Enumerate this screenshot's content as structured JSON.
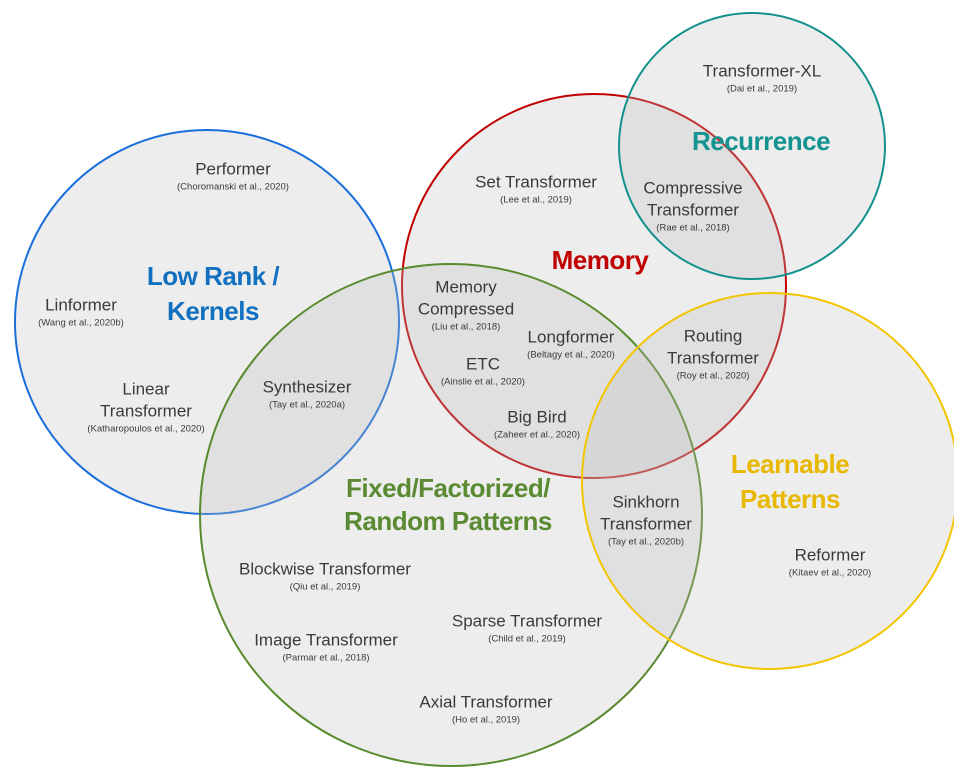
{
  "sets": [
    {
      "id": "low-rank",
      "lines": [
        "Low Rank /",
        "Kernels"
      ],
      "stroke": "#1a6fdc",
      "label_color": "#1170c0"
    },
    {
      "id": "memory",
      "lines": [
        "Memory"
      ],
      "stroke": "#c00000",
      "label_color": "#c00000"
    },
    {
      "id": "recurrence",
      "lines": [
        "Recurrence"
      ],
      "stroke": "#13918c",
      "label_color": "#149490"
    },
    {
      "id": "fixed",
      "lines": [
        "Fixed/Factorized/",
        "Random Patterns"
      ],
      "stroke": "#5a8a2e",
      "label_color": "#5a8a32"
    },
    {
      "id": "learnable",
      "lines": [
        "Learnable",
        "Patterns"
      ],
      "stroke": "#f2c500",
      "label_color": "#e8b800"
    }
  ],
  "models": [
    {
      "lines": [
        "Performer"
      ],
      "citation": "(Choromanski et al., 2020)"
    },
    {
      "lines": [
        "Linformer"
      ],
      "citation": "(Wang et al., 2020b)"
    },
    {
      "lines": [
        "Linear",
        "Transformer"
      ],
      "citation": "(Katharopoulos et al., 2020)"
    },
    {
      "lines": [
        "Synthesizer"
      ],
      "citation": "(Tay et al., 2020a)"
    },
    {
      "lines": [
        "Transformer-XL"
      ],
      "citation": "(Dai et al., 2019)"
    },
    {
      "lines": [
        "Set Transformer"
      ],
      "citation": "(Lee et al., 2019)"
    },
    {
      "lines": [
        "Compressive",
        "Transformer"
      ],
      "citation": "(Rae et al., 2018)"
    },
    {
      "lines": [
        "Memory",
        "Compressed"
      ],
      "citation": "(Liu et al., 2018)"
    },
    {
      "lines": [
        "Longformer"
      ],
      "citation": "(Beltagy et al., 2020)"
    },
    {
      "lines": [
        "ETC"
      ],
      "citation": "(Ainslie et al., 2020)"
    },
    {
      "lines": [
        "Big Bird"
      ],
      "citation": "(Zaheer et al., 2020)"
    },
    {
      "lines": [
        "Routing",
        "Transformer"
      ],
      "citation": "(Roy et al., 2020)"
    },
    {
      "lines": [
        "Sinkhorn",
        "Transformer"
      ],
      "citation": "(Tay et al., 2020b)"
    },
    {
      "lines": [
        "Reformer"
      ],
      "citation": "(Kitaev et al., 2020)"
    },
    {
      "lines": [
        "Blockwise Transformer"
      ],
      "citation": "(Qiu et al., 2019)"
    },
    {
      "lines": [
        "Sparse Transformer"
      ],
      "citation": "(Child et al., 2019)"
    },
    {
      "lines": [
        "Image Transformer"
      ],
      "citation": "(Parmar et al., 2018)"
    },
    {
      "lines": [
        "Axial Transformer"
      ],
      "citation": "(Ho et al., 2019)"
    }
  ]
}
